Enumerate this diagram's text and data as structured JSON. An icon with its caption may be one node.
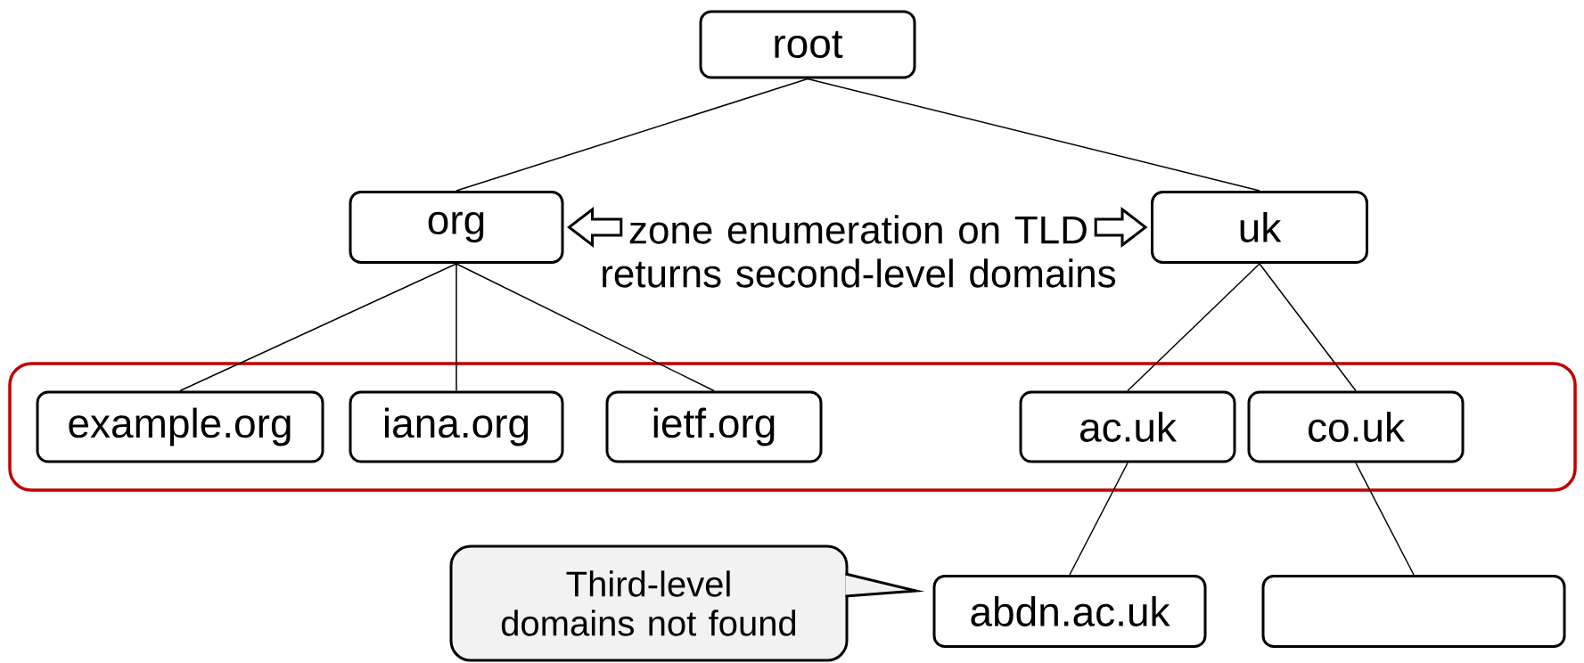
{
  "diagram": {
    "nodes": [
      {
        "text": [
          "root"
        ]
      },
      {
        "text": [
          "org"
        ]
      },
      {
        "text": [
          "zone enumeration on TLD returns second-level domains"
        ]
      },
      {
        "text": [
          "uk"
        ]
      },
      {
        "text": [],
        "shape": "box"
      },
      {
        "text": [
          "example.org"
        ],
        "in": 4
      },
      {
        "text": [
          "iana.org"
        ],
        "in": 4
      },
      {
        "text": [
          "ietf.org"
        ],
        "in": 4
      },
      {
        "text": [
          "ac.uk"
        ],
        "in": 4
      },
      {
        "text": [
          "co.uk"
        ],
        "in": 4
      },
      {
        "text": [
          "Third-level domains not found"
        ]
      },
      {
        "text": [
          "abdn.ac.uk"
        ]
      },
      {
        "text": [],
        "shape": "box"
      }
    ],
    "edges": [
      {
        "from": 0,
        "to": 1,
        "arrow": "none"
      },
      {
        "from": 0,
        "to": 3,
        "arrow": "none"
      },
      {
        "from": 1,
        "to": 5,
        "arrow": "none"
      },
      {
        "from": 1,
        "to": 6,
        "arrow": "none"
      },
      {
        "from": 1,
        "to": 7,
        "arrow": "none"
      },
      {
        "from": 3,
        "to": 8,
        "arrow": "none"
      },
      {
        "from": 3,
        "to": 9,
        "arrow": "none"
      },
      {
        "from": 8,
        "to": 11,
        "arrow": "none"
      },
      {
        "from": 9,
        "to": 12,
        "arrow": "none"
      },
      {
        "from": 2,
        "to": 1,
        "arrow": "to",
        "style": "thick"
      },
      {
        "from": 2,
        "to": 3,
        "arrow": "to",
        "style": "thick"
      },
      {
        "from": 10,
        "to": 11,
        "arrow": "none"
      }
    ]
  }
}
